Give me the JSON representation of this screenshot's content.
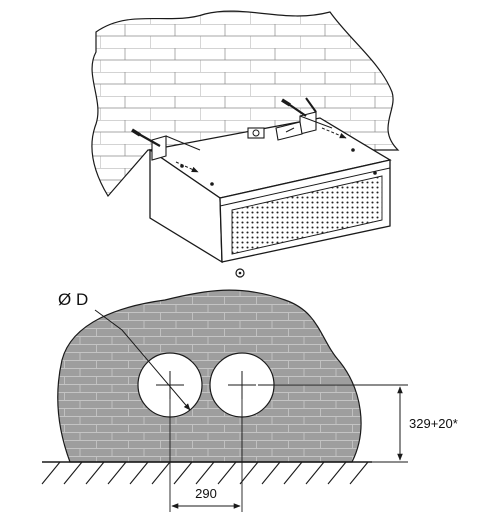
{
  "labels": {
    "diameter": "Ø D",
    "spacing": "290",
    "height": "329+20*"
  },
  "colors": {
    "line": "#1a1a1a",
    "wall_fill": "#9e9e9e",
    "brick_line": "#c4c4c4",
    "background": "#ffffff"
  }
}
